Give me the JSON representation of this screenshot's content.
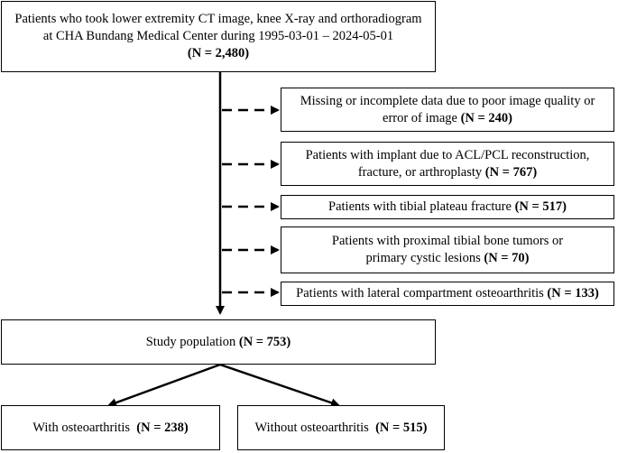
{
  "top_box": {
    "line1": "Patients who took lower extremity CT image, knee X-ray and orthoradiogram",
    "line2": "at CHA Bundang Medical Center during 1995-03-01 – 2024-05-01",
    "count": "(N = 2,480)"
  },
  "exclusions": [
    {
      "line1": "Missing or incomplete data due to poor image quality or",
      "line2_text": "error of image ",
      "count": "(N = 240)"
    },
    {
      "line1": "Patients with implant due to ACL/PCL reconstruction,",
      "line2_text": "fracture, or arthroplasty ",
      "count": "(N = 767)"
    },
    {
      "line1_text": "Patients with tibial plateau fracture ",
      "count": "(N = 517)"
    },
    {
      "line1": "Patients with proximal tibial bone tumors or",
      "line2_text": "primary cystic lesions ",
      "count": "(N = 70)"
    },
    {
      "line1_text": "Patients with lateral compartment osteoarthritis ",
      "count": "(N = 133)"
    }
  ],
  "study_box": {
    "text": "Study population ",
    "count": "(N = 753)"
  },
  "left_box": {
    "text": "With osteoarthritis  ",
    "count": "(N = 238)"
  },
  "right_box": {
    "text": "Without osteoarthritis  ",
    "count": "(N = 515)"
  }
}
